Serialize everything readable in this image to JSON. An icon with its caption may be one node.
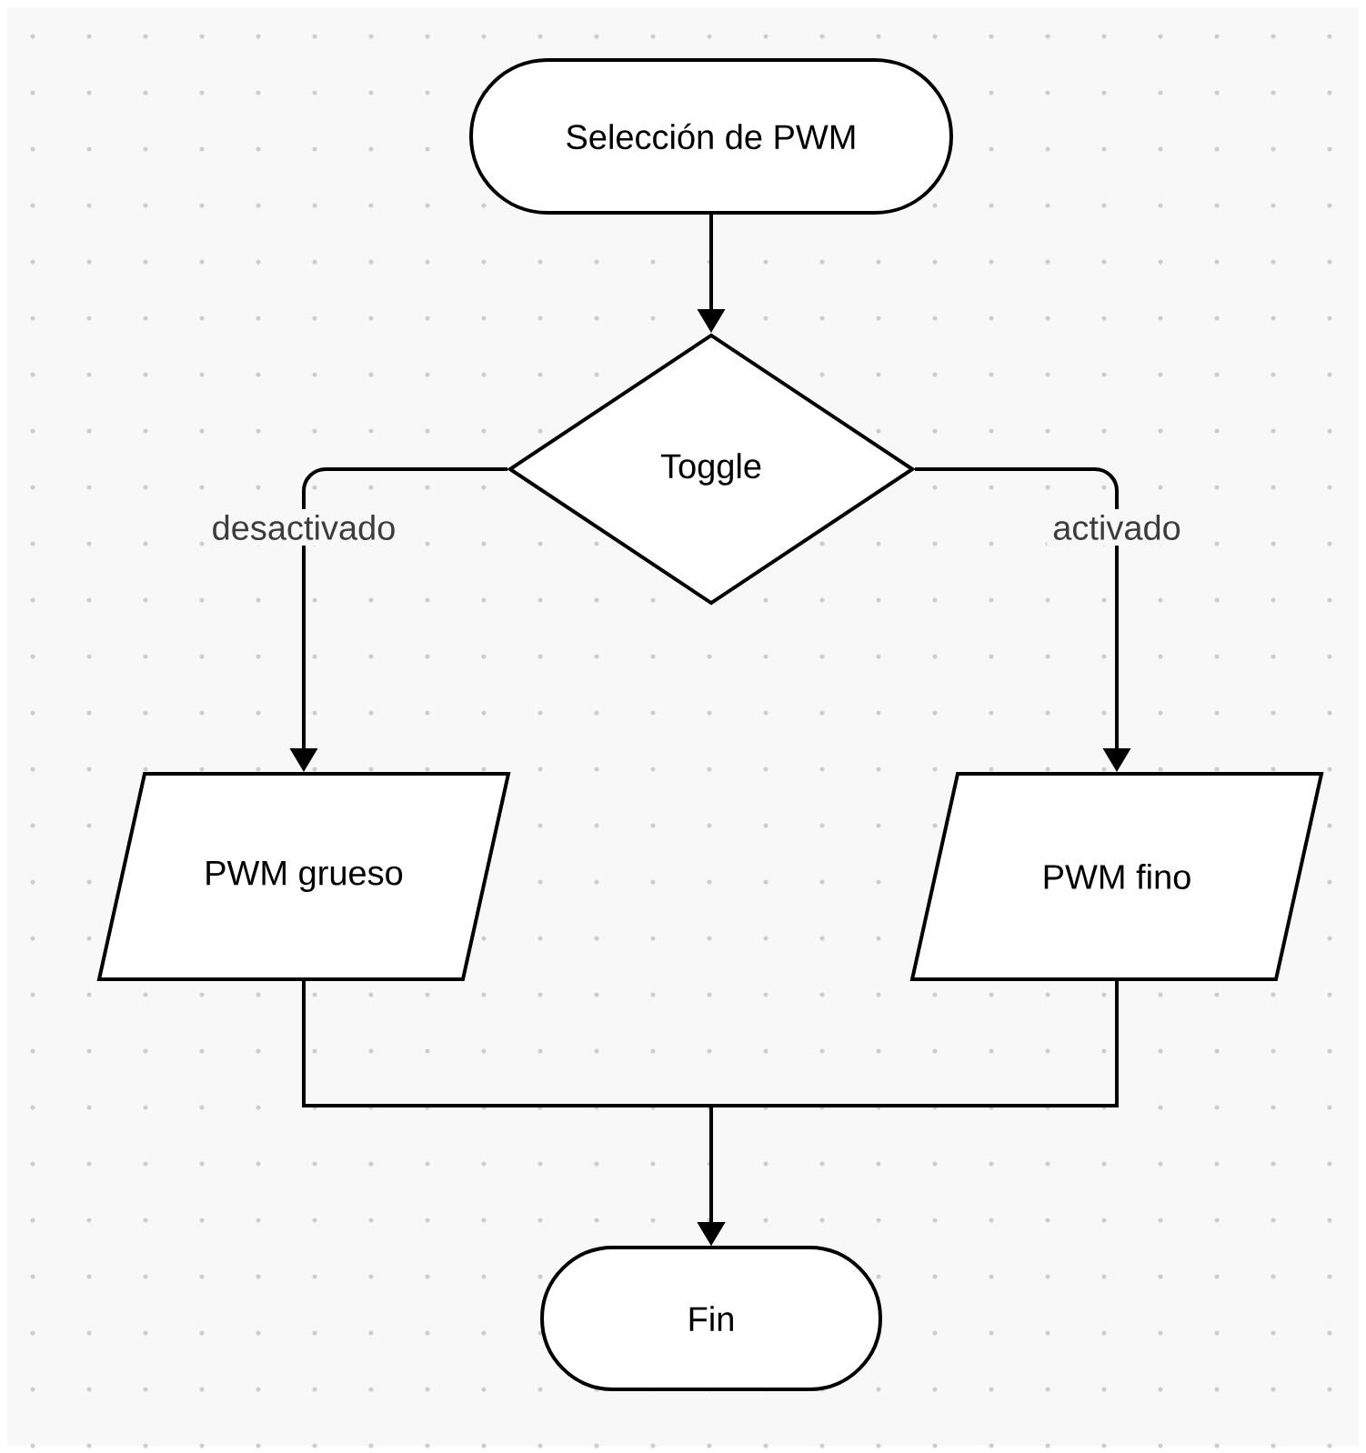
{
  "diagram": {
    "nodes": [
      {
        "text": [
          "Selección de PWM"
        ]
      },
      {
        "text": [
          "Toggle"
        ]
      },
      {
        "text": [
          "PWM grueso"
        ]
      },
      {
        "text": [
          "PWM fino"
        ]
      },
      {
        "text": [
          "Fin"
        ]
      }
    ],
    "edges": [
      {
        "from": 0,
        "to": 1,
        "arrow": "to"
      },
      {
        "from": 1,
        "to": 2,
        "arrow": "to",
        "label": "desactivado"
      },
      {
        "from": 1,
        "to": 3,
        "arrow": "to",
        "label": "activado"
      },
      {
        "from": 2,
        "to": 4,
        "arrow": "to"
      },
      {
        "from": 3,
        "to": 4,
        "arrow": "to"
      }
    ]
  }
}
